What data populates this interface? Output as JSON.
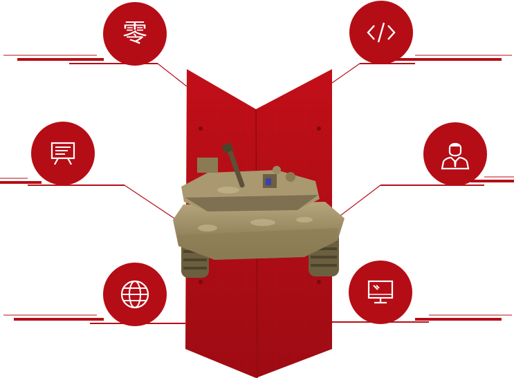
{
  "colors": {
    "accent": "#b50d16",
    "accent_dark": "#8e0a11",
    "line": "#b50d16",
    "tank_body": "#9a8a62",
    "tank_shadow": "#5c5137",
    "background": "#ffffff"
  },
  "nodes": [
    {
      "id": "top-left",
      "icon": "ling-character-icon",
      "glyph": "零"
    },
    {
      "id": "top-right",
      "icon": "code-tag-icon",
      "glyph": "</>"
    },
    {
      "id": "mid-left",
      "icon": "presentation-board-icon",
      "glyph": ""
    },
    {
      "id": "mid-right",
      "icon": "person-icon",
      "glyph": ""
    },
    {
      "id": "bottom-left",
      "icon": "globe-icon",
      "glyph": ""
    },
    {
      "id": "bottom-right",
      "icon": "monitor-icon",
      "glyph": ""
    }
  ],
  "center": {
    "image": "tank-image"
  }
}
